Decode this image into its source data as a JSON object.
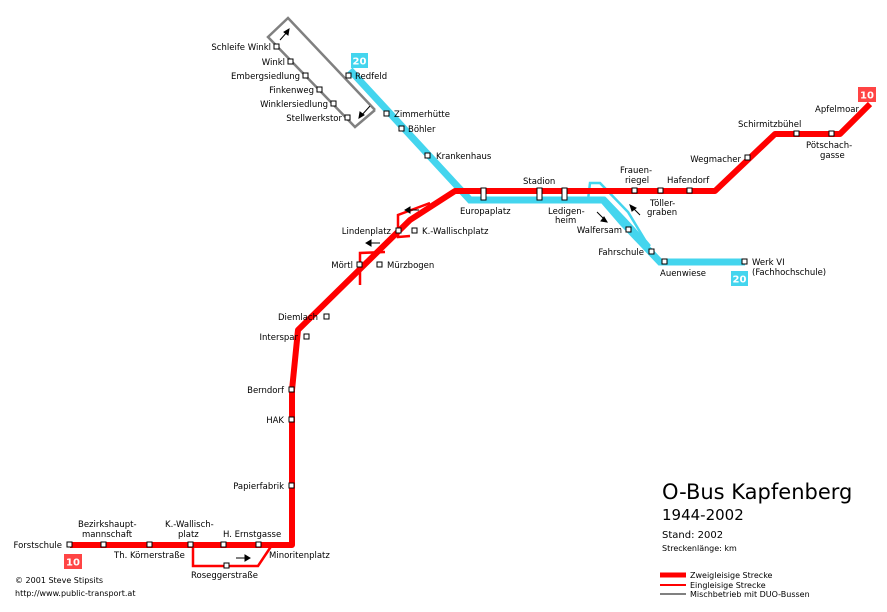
{
  "title": {
    "name": "O-Bus Kapfenberg",
    "years": "1944-2002",
    "status": "Stand: 2002",
    "length": "Streckenlänge: km"
  },
  "legend": [
    {
      "label": "Zweigleisige Strecke",
      "color": "#ff0000"
    },
    {
      "label": "Eingleisige Strecke",
      "color": "#ff0000"
    },
    {
      "label": "Mischbetrieb mit DUO-Bussen",
      "color": "#808080"
    }
  ],
  "credits": {
    "copyright": "© 2001 Steve Stipsits",
    "url": "http://www.public-transport.at"
  },
  "lines": {
    "line10": {
      "number": "10",
      "color": "#ff0000"
    },
    "line20": {
      "number": "20",
      "color": "#44d5ee"
    },
    "duo": {
      "color": "#808080"
    }
  },
  "stops": {
    "schleife_winkl": "Schleife Winkl",
    "winkl": "Winkl",
    "embergsiedlung": "Embergsiedlung",
    "finkenweg": "Finkenweg",
    "winklersiedlung": "Winklersiedlung",
    "stellwerkstor": "Stellwerkstor",
    "redfeld": "Redfeld",
    "zimmerhuette": "Zimmerhütte",
    "boehler": "Böhler",
    "krankenhaus": "Krankenhaus",
    "europaplatz": "Europaplatz",
    "stadion": "Stadion",
    "ledigenheim_1": "Ledigen-",
    "ledigenheim_2": "heim",
    "frauenriegel_1": "Frauen-",
    "frauenriegel_2": "riegel",
    "hafendorf": "Hafendorf",
    "toellergraben_1": "Töller-",
    "toellergraben_2": "graben",
    "walfersam": "Walfersam",
    "fahrschule": "Fahrschule",
    "auenwiese": "Auenwiese",
    "werk_vi": "Werk VI",
    "fachhochschule": "(Fachhochschule)",
    "wegmacher": "Wegmacher",
    "schirmitzbuehel": "Schirmitzbühel",
    "apfelmoar": "Apfelmoar",
    "poetschachgasse_1": "Pötschach-",
    "poetschachgasse_2": "gasse",
    "lindenplatz": "Lindenplatz",
    "k_wallischplatz_n": "K.-Wallischplatz",
    "moertl": "Mörtl",
    "muerzbogen": "Mürzbogen",
    "diemlach": "Diemlach",
    "interspar": "Interspar",
    "berndorf": "Berndorf",
    "hak": "HAK",
    "papierfabrik": "Papierfabrik",
    "forstschule": "Forstschule",
    "bezirks_1": "Bezirkshaupt-",
    "bezirks_2": "mannschaft",
    "kwallisch_s_1": "K.-Wallisch-",
    "kwallisch_s_2": "platz",
    "h_ernstgasse": "H. Ernstgasse",
    "th_koernerstrasse": "Th. Körnerstraße",
    "roseggerstrasse": "Roseggerstraße",
    "minoritenplatz": "Minoritenplatz"
  }
}
